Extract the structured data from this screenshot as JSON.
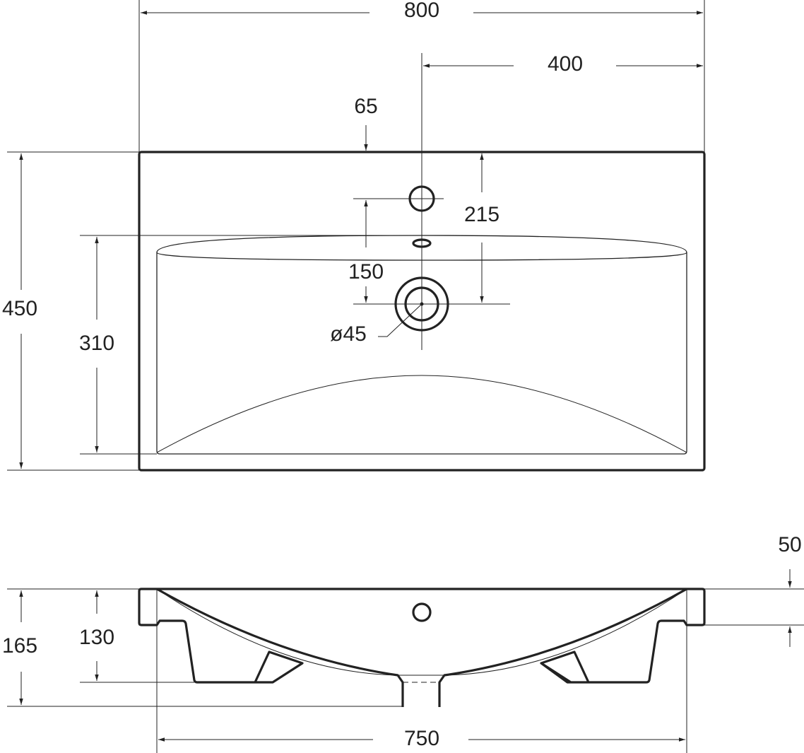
{
  "top_view": {
    "overall_width": "800",
    "tap_to_edge": "400",
    "tap_hole_offset": "65",
    "drain_offset_from_back": "215",
    "drain_offset": "150",
    "drain_diameter": "ø45",
    "overall_depth": "450",
    "bowl_depth": "310"
  },
  "side_view": {
    "rim_height": "50",
    "bowl_height": "130",
    "total_height": "165",
    "bowl_width": "750"
  }
}
